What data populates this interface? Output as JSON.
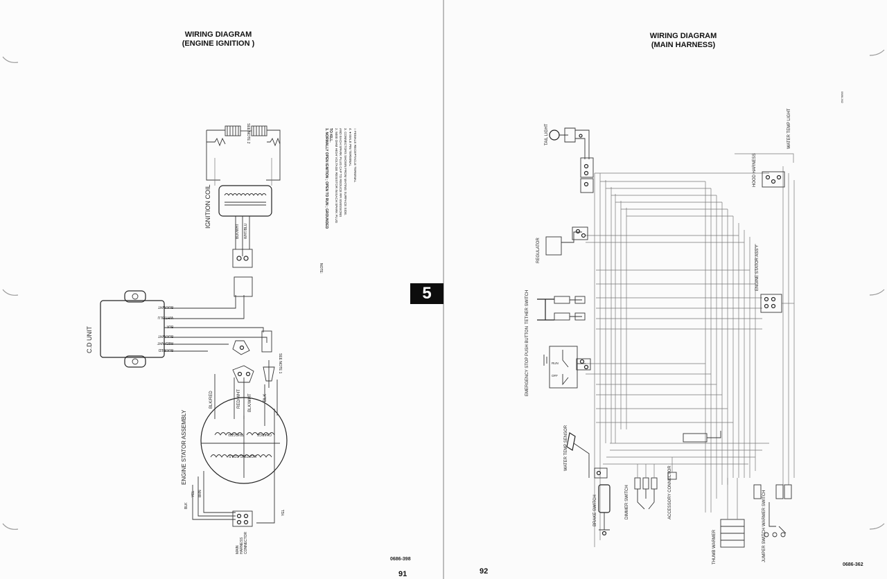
{
  "left_page": {
    "title_line1": "WIRING DIAGRAM",
    "title_line2": "(ENGINE IGNITION )",
    "page_number": "91",
    "figure_number": "0686-398",
    "labels": {
      "ignition_coil": "IGNITION COIL",
      "see_note_2": "SEE NOTE 2",
      "see_note_1": "SEE NOTE 1",
      "cd_unit": "C.D UNIT",
      "engine_stator": "ENGINE STATOR ASSEMBLY",
      "trigger": "TRIGGER",
      "charge": "CHARGE",
      "lighting_coils": "LIGHTING COILS",
      "main_harness_1": "MAIN",
      "main_harness_2": "HARNESS",
      "main_harness_3": "CONNECTOR"
    },
    "wires": {
      "blk_wht": "BLK/WHT",
      "wht_blu": "WHT/BLU",
      "blk": "BLK",
      "red_wht": "RED/WHT",
      "blk_red": "BLK/RED",
      "yel": "YEL",
      "brn": "BRN"
    },
    "notes": {
      "heading": "NOTE:",
      "n1a": "1. NORMALLY OPEN IGNITION ; OPEN TO RUN ; GROUNDED",
      "n1b": "TO KILL.",
      "n2a": "2. 5000 OHM HIGH VOLTAGE RESISTOR IN EACH SPARK PLUG",
      "n2b": "AND EACH SPARK PLUG CAP TO REDUCE RFI EMISSIONS",
      "n3": "3. CONNECTORS SHOWN FROM MATING SURFACE SIDE.",
      "n4": "4. ● MALE PIN TERMINAL",
      "n5": "○ FEMALE RECEPTACLE TERMINAL"
    }
  },
  "right_page": {
    "title_line1": "WIRING DIAGRAM",
    "title_line2": "(MAIN HARNESS)",
    "page_number": "92",
    "figure_number": "0686-362",
    "side_figure": "0686-362",
    "labels": {
      "tail_light": "TAIL LIGHT",
      "regulator": "REGULATOR",
      "tether_switch": "TETHER SWITCH",
      "emergency_stop": "EMERGENCY STOP PUSH BUTTON",
      "water_temp_sensor": "WATER TEMP SENSOR",
      "brake_switch": "BRAKE SWITCH",
      "dimmer_switch": "DIMMER SWITCH",
      "accessory_connector": "ACCESSORY CONNECTOR",
      "thumb_warmer": "THUMB WARMER",
      "warmer_switch": "WARMER SWITCH",
      "jumper_switch": "JUMPER SWITCH",
      "hood_harness": "HOOD HARNESS",
      "water_temp_light": "WATER TEMP LIGHT",
      "engine_stator": "ENGINE STATOR ASS'Y",
      "run_label": "RUN",
      "off_label": "OFF"
    }
  },
  "section_tab": "5"
}
